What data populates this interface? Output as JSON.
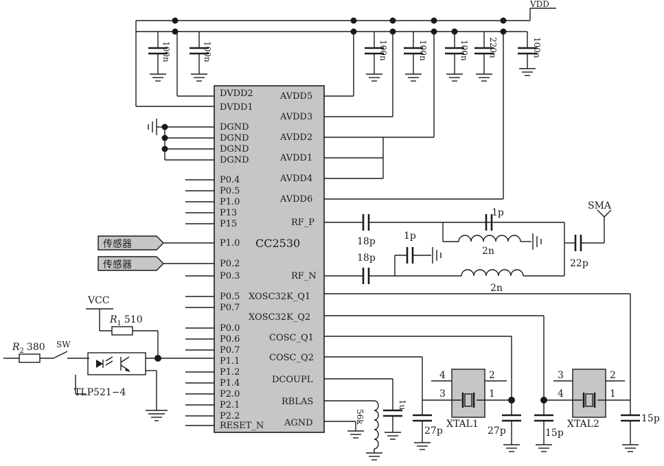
{
  "chip": {
    "name": "CC2530",
    "left_pins": [
      "DVDD2",
      "DVDD1",
      "DGND",
      "DGND",
      "DGND",
      "DGND",
      "P0.4",
      "P0.5",
      "P1.0",
      "P13",
      "P15",
      "P1.0",
      "P0.2",
      "P0.3",
      "P0.5",
      "P0.7",
      "P0.0",
      "P0.6",
      "P0.7",
      "P1.1",
      "P1.2",
      "P1.4",
      "P2.0",
      "P2.1",
      "P2.2",
      "RESET_N"
    ],
    "right_pins": [
      "AVDD5",
      "AVDD3",
      "AVDD2",
      "AVDD1",
      "AVDD4",
      "AVDD6",
      "RF_P",
      "RF_N",
      "XOSC32K_Q1",
      "XOSC32K_Q2",
      "COSC_Q1",
      "COSC_Q2",
      "DCOUPL",
      "RBLAS",
      "AGND"
    ]
  },
  "power": {
    "vdd": "VDD",
    "vcc": "VCC"
  },
  "decoupling_caps": [
    "100n",
    "100n",
    "100n",
    "100n",
    "100n",
    "220n",
    "100n"
  ],
  "sensors": [
    "传感器",
    "传感器"
  ],
  "rf": {
    "cap_rf_p": "18p",
    "cap_rf_n": "18p",
    "cap_shunt_a": "1p",
    "cap_shunt_b": "1p",
    "inductor_a": "2n",
    "inductor_b": "2n",
    "cap_out": "22p",
    "antenna": "SMA"
  },
  "switch_circuit": {
    "r1_label": "R",
    "r1_sub": "1",
    "r1_value": "510",
    "r2_label": "R",
    "r2_sub": "2",
    "r2_value": "380",
    "switch": "SW",
    "optocoupler": "TLP521−4"
  },
  "bias": {
    "resistor": "56k",
    "cap": "1u",
    "cap_27p_a": "27p"
  },
  "crystals": [
    {
      "name": "XTAL1",
      "pins": [
        "4",
        "2",
        "3",
        "1"
      ],
      "cap": "27p"
    },
    {
      "name": "XTAL2",
      "pins": [
        "3",
        "2",
        "4",
        "1"
      ],
      "cap_left": "15p",
      "cap_right": "15p"
    }
  ]
}
